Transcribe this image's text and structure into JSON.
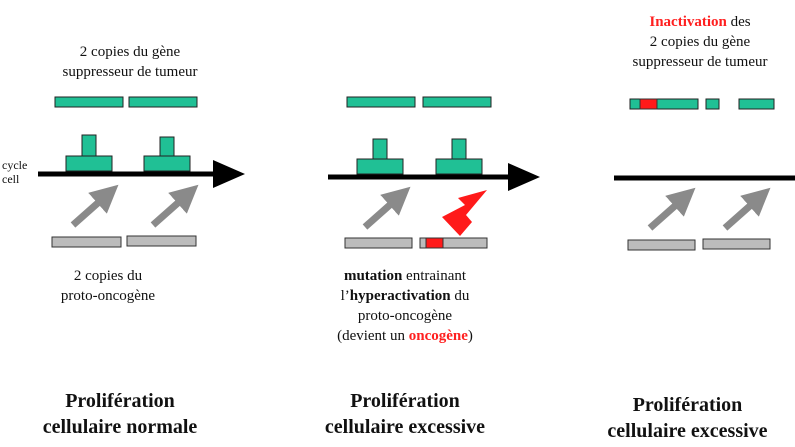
{
  "cycle_label": {
    "line1": "cycle",
    "line2": "cell"
  },
  "panel1": {
    "top_text": {
      "line1": "2 copies du gène",
      "line2": "suppresseur de tumeur"
    },
    "bottom_text": {
      "line1": "2 copies du",
      "line2": "proto-oncogène"
    },
    "title": {
      "line1": "Prolifération",
      "line2": "cellulaire normale"
    }
  },
  "panel2": {
    "mutation_text": {
      "line1_bold": "mutation",
      "line1_rest": " entrainant",
      "line2_pre": "l’",
      "line2_bold": "hyperactivation",
      "line2_rest": " du",
      "line3": "proto-oncogène",
      "line4_pre": "(devient un ",
      "line4_red": "oncogène",
      "line4_post": ")"
    },
    "title": {
      "line1": "Prolifération",
      "line2": "cellulaire excessive"
    }
  },
  "panel3": {
    "top_text": {
      "line1_red": "Inactivation",
      "line1_rest": " des",
      "line2": "2 copies du gène",
      "line3": "suppresseur de tumeur"
    },
    "title": {
      "line1": "Prolifération",
      "line2": "cellulaire excessive"
    }
  },
  "colors": {
    "gene_green": "#20c095",
    "gene_gray": "#bcbcbc",
    "arrow_gray": "#8a8a8a",
    "mutation_red": "#ff1a1a",
    "line_black": "#000000"
  }
}
